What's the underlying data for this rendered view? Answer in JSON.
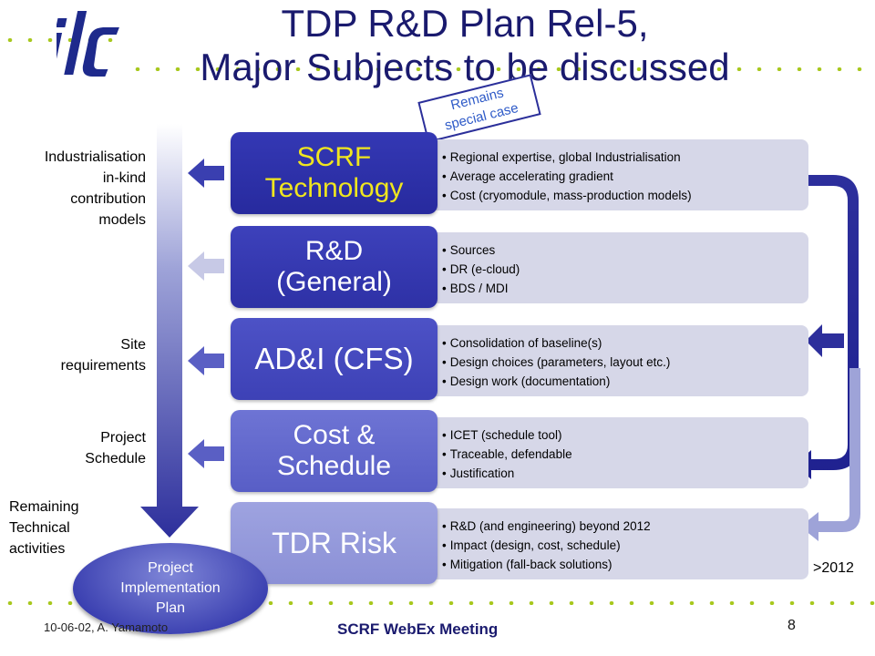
{
  "title": {
    "line1": "TDP R&D Plan Rel-5,",
    "line2": "Major Subjects to be discussed"
  },
  "logo": "ilc",
  "badge": {
    "line1": "Remains",
    "line2": "special case"
  },
  "side_labels": {
    "industrialisation": [
      "Industrialisation",
      "in-kind",
      "contribution",
      "models"
    ],
    "site": [
      "Site",
      "requirements"
    ],
    "schedule": [
      "Project",
      "Schedule"
    ],
    "remaining": [
      "Remaining",
      "Technical",
      "activities"
    ]
  },
  "categories": [
    {
      "lines": [
        "SCRF",
        "Technology"
      ],
      "color": "#f0e61e",
      "bullets": [
        "Regional expertise, global Industrialisation",
        "Average accelerating gradient",
        "Cost (cryomodule, mass-production models)"
      ]
    },
    {
      "lines": [
        "R&D",
        "(General)"
      ],
      "color": "#ffffff",
      "bullets": [
        "Sources",
        "DR (e-cloud)",
        "BDS / MDI"
      ]
    },
    {
      "lines": [
        "AD&I (CFS)"
      ],
      "color": "#ffffff",
      "bullets": [
        "Consolidation of baseline(s)",
        "Design choices (parameters, layout etc.)",
        "Design work (documentation)"
      ]
    },
    {
      "lines": [
        "Cost &",
        "Schedule"
      ],
      "color": "#ffffff",
      "bullets": [
        "ICET (schedule tool)",
        "Traceable, defendable",
        "Justification"
      ]
    },
    {
      "lines": [
        "TDR Risk"
      ],
      "color": "#ffffff",
      "bullets": [
        "R&D (and engineering) beyond 2012",
        "Impact (design, cost, schedule)",
        "Mitigation (fall-back solutions)"
      ]
    }
  ],
  "project_plan": [
    "Project",
    "Implementation",
    "Plan"
  ],
  "beyond_label": ">2012",
  "footer": {
    "date_author": "10-06-02, A. Yamamoto",
    "meeting": "SCRF WebEx Meeting",
    "page": "8"
  }
}
